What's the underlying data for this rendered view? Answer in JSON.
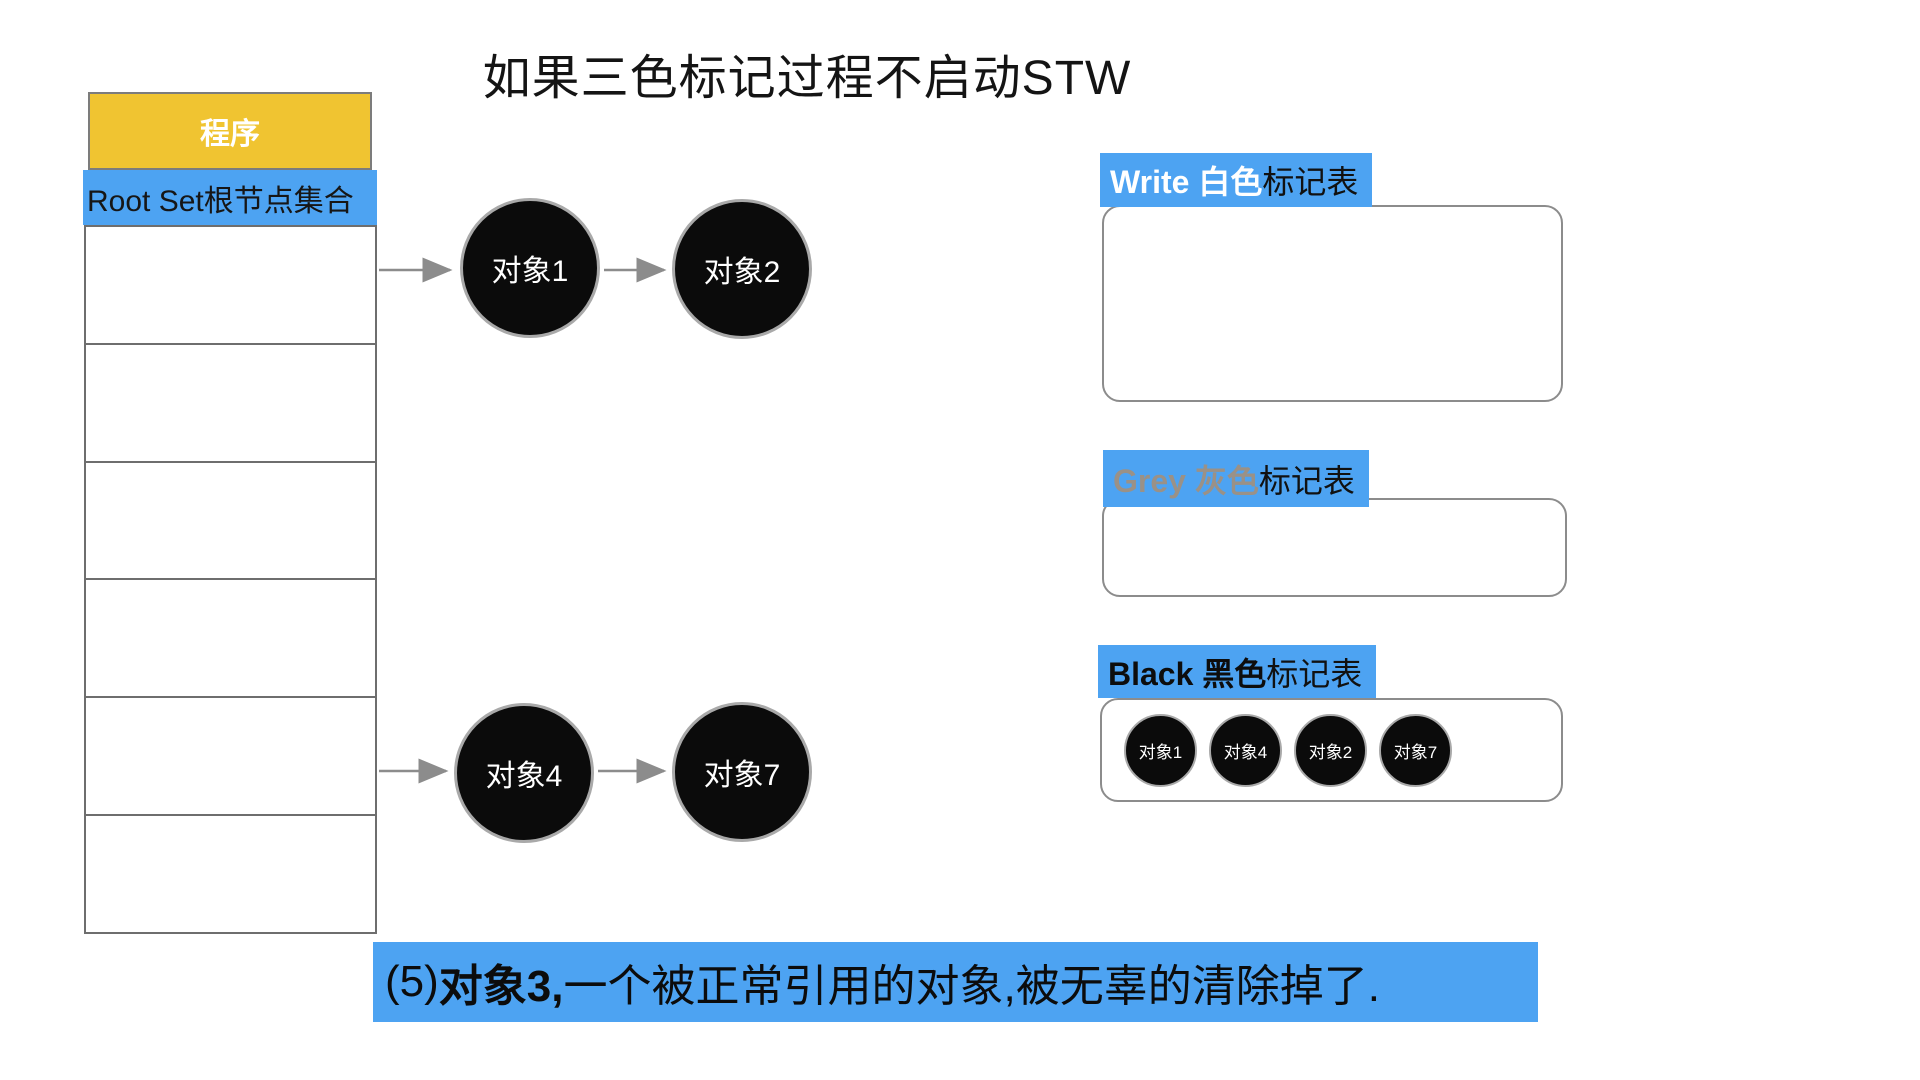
{
  "title": "如果三色标记过程不启动STW",
  "program_table": {
    "header_label": "程序",
    "root_row_label": "Root Set根节点集合",
    "empty_row_count": 6
  },
  "object_graph": {
    "top_chain": [
      {
        "label": "对象1"
      },
      {
        "label": "对象2"
      }
    ],
    "bottom_chain": [
      {
        "label": "对象4"
      },
      {
        "label": "对象7"
      }
    ]
  },
  "mark_tables": {
    "white": {
      "label_highlight": "Write 白色",
      "label_suffix": "标记表",
      "items": []
    },
    "grey": {
      "label_highlight": "Grey 灰色",
      "label_suffix": "标记表",
      "items": []
    },
    "black": {
      "label_highlight": "Black 黑色",
      "label_suffix": "标记表",
      "items": [
        "对象1",
        "对象4",
        "对象2",
        "对象7"
      ]
    }
  },
  "caption": {
    "prefix": "(5) ",
    "emphasis": "对象3,",
    "rest": "一个被正常引用的对象,被无辜的清除掉了."
  },
  "colors": {
    "highlight_blue": "#4DA3F2",
    "header_yellow": "#F0C431",
    "grey_label_text": "#9A9187",
    "node_fill": "#0B0B0B",
    "arrow_grey": "#8c8c8c"
  }
}
